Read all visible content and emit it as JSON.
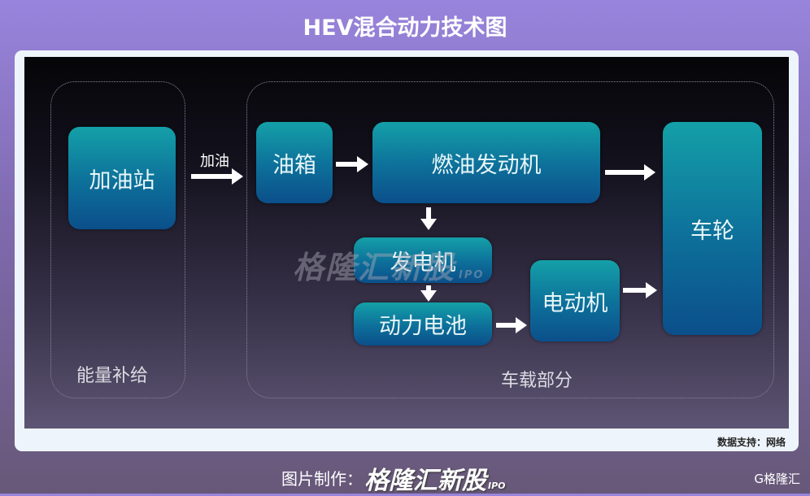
{
  "title": "HEV混合动力技术图",
  "diagram": {
    "groups": {
      "energy": "能量补给",
      "vehicle": "车载部分"
    },
    "nodes": {
      "station": "加油站",
      "tank": "油箱",
      "engine": "燃油发动机",
      "wheels": "车轮",
      "generator": "发电机",
      "battery": "动力电池",
      "motor": "电动机"
    },
    "edge_label_fuel": "加油"
  },
  "watermark": {
    "text": "格隆汇新股",
    "sub": "IPO"
  },
  "source": "数据支持：网络",
  "footer": {
    "label": "图片制作：",
    "brand": "格隆汇新股",
    "brand_sub": "IPO",
    "corner_logo": "G格隆汇"
  }
}
